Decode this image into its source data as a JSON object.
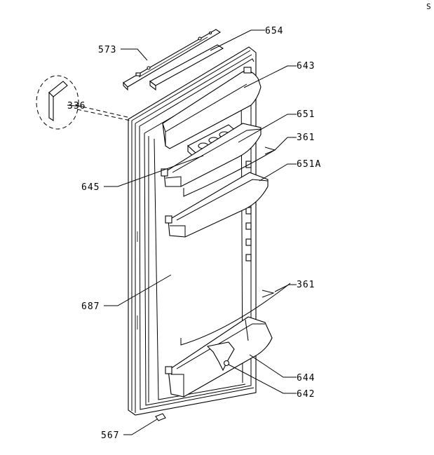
{
  "corner_mark": "S",
  "labels": {
    "p573": "573",
    "p654": "654",
    "p643": "643",
    "p336": "336",
    "p651": "651",
    "p361a": "361",
    "p645": "645",
    "p651a": "651A",
    "p687": "687",
    "p361b": "361",
    "p644": "644",
    "p642": "642",
    "p567": "567"
  }
}
